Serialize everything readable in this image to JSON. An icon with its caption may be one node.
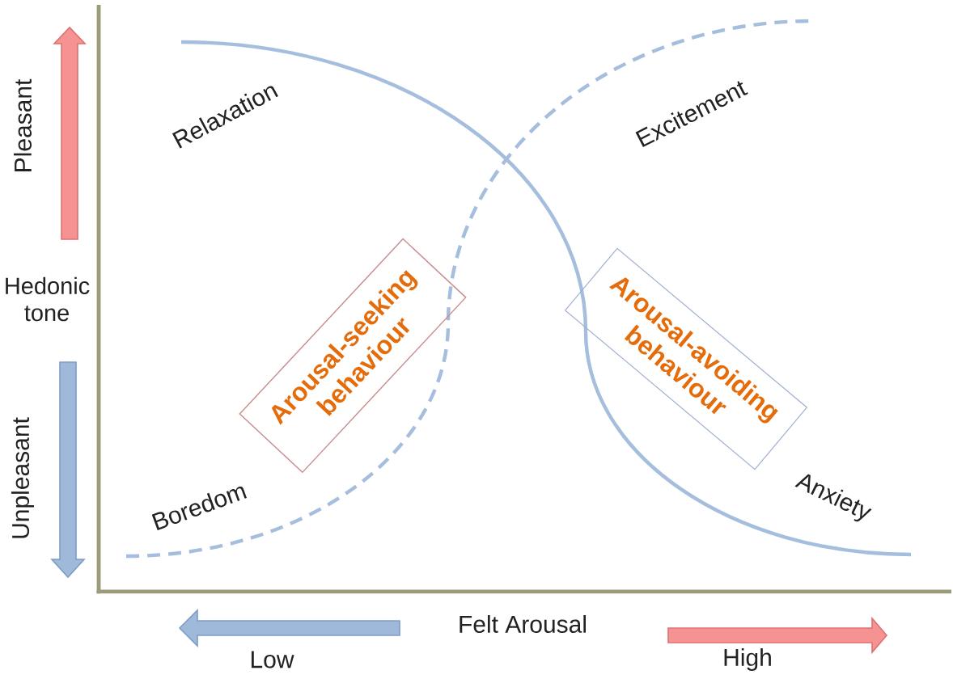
{
  "diagram": {
    "nodes": [
      {
        "text": [
          "Arousal-seeking behaviour"
        ]
      },
      {
        "text": [
          "Arousal-avoiding behaviour"
        ]
      }
    ],
    "labels": [
      "Pleasant",
      "Relaxation",
      "Excitement",
      "Hedonic tone",
      "Unpleasant",
      "Boredom",
      "Anxiety",
      "Felt Arousal",
      "Low",
      "High"
    ]
  }
}
